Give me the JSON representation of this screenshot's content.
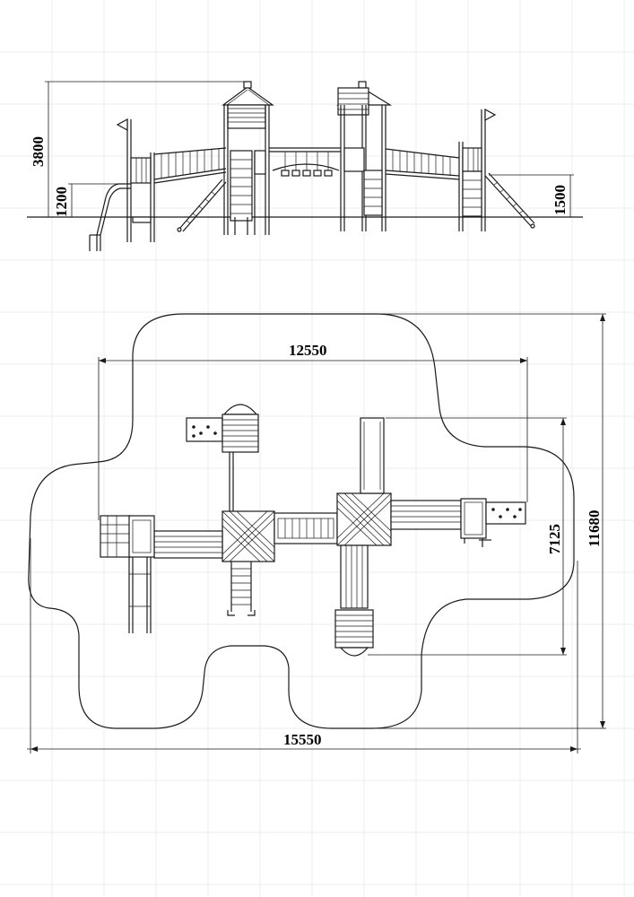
{
  "dimensions": {
    "elevation_total_height": "3800",
    "elevation_left_platform": "1200",
    "elevation_right_platform": "1500",
    "plan_width_inner": "12550",
    "plan_depth_inner": "7125",
    "plan_depth_total": "11680",
    "plan_width_total": "15550"
  },
  "colors": {
    "line": "#1a1a1a",
    "grid": "#ececec",
    "background": "#ffffff"
  }
}
